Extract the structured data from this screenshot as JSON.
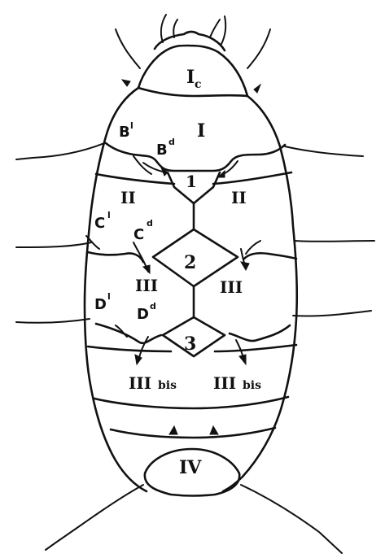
{
  "labels": {
    "head_shield": "I",
    "head_shield_sub": "c",
    "plate_I": "I",
    "plate_II_left": "II",
    "plate_II_right": "II",
    "plate_III_left": "III",
    "plate_III_right": "III",
    "plate_IIIbis_left": "III",
    "plate_IIIbis_right": "III",
    "bis_left": "bis",
    "bis_right": "bis",
    "plate_IV": "IV",
    "B_lateral": "B",
    "B_lateral_sup": "l",
    "B_dorsal": "B",
    "B_dorsal_sup": "d",
    "C_lateral": "C",
    "C_lateral_sup": "l",
    "C_dorsal": "C",
    "C_dorsal_sup": "d",
    "D_lateral": "D",
    "D_lateral_sup": "l",
    "D_dorsal": "D",
    "D_dorsal_sup": "d",
    "central_1": "1",
    "central_2": "2",
    "central_3": "3"
  },
  "colors": {
    "ink": "#111111",
    "background": "#ffffff"
  }
}
